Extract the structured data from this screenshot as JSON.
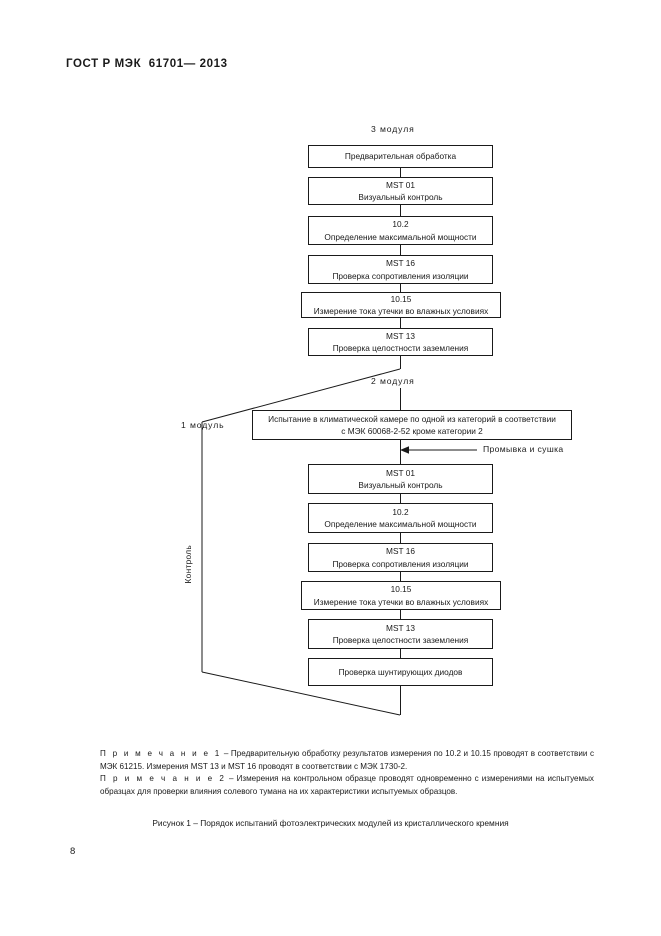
{
  "header": {
    "standard": "ГОСТ Р МЭК  61701— 2013"
  },
  "figure": {
    "top_label": "3 модуля",
    "mid_label": "2 модуля",
    "left_label": "1 модуль",
    "vertical_label": "Контроль",
    "wash_label": "Промывка и сушка",
    "top_boxes": [
      {
        "line1": "Предварительная обработка",
        "line2": ""
      },
      {
        "line1": "MST 01",
        "line2": "Визуальный контроль"
      },
      {
        "line1": "10.2",
        "line2": "Определение максимальной мощности"
      },
      {
        "line1": "MST 16",
        "line2": "Проверка сопротивления изоляции"
      },
      {
        "line1": "10.15",
        "line2": "Измерение тока утечки во влажных условиях"
      },
      {
        "line1": "MST 13",
        "line2": "Проверка целостности заземления"
      }
    ],
    "chamber_box": {
      "line1": "Испытание в климатической камере по одной из категорий в соответствии",
      "line2": "с МЭК 60068-2-52 кроме категории 2"
    },
    "bottom_boxes": [
      {
        "line1": "MST 01",
        "line2": "Визуальный контроль"
      },
      {
        "line1": "10.2",
        "line2": "Определение максимальной мощности"
      },
      {
        "line1": "MST 16",
        "line2": "Проверка сопротивления изоляции"
      },
      {
        "line1": "10.15",
        "line2": "Измерение тока утечки во влажных условиях"
      },
      {
        "line1": "MST 13",
        "line2": "Проверка целостности заземления"
      },
      {
        "line1": "Проверка шунтирующих диодов",
        "line2": ""
      }
    ]
  },
  "notes": {
    "note1_head": "П р и м е ч а н и е  1",
    "note1_body": " – Предварительную обработку результатов измерения по 10.2 и 10.15 проводят в соответствии с МЭК 61215. Измерения MST 13 и MST 16 проводят в соответствии с МЭК 1730-2.",
    "note2_head": "П р и м е ч а н и е  2",
    "note2_body": " – Измерения на контрольном образце проводят одновременно с измерениями на испытуемых образцах для проверки влияния солевого тумана на их характеристики испытуемых образцов."
  },
  "caption": "Рисунок 1 – Порядок испытаний фотоэлектрических модулей из кристаллического кремния",
  "page_number": "8"
}
